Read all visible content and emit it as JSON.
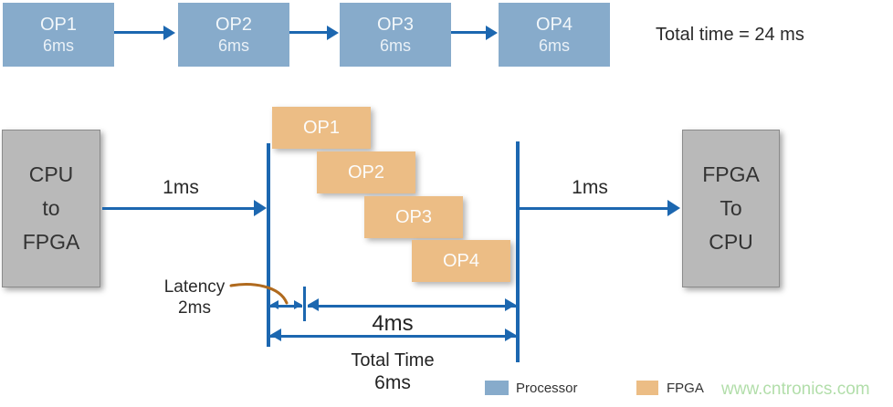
{
  "sequential": {
    "boxes": [
      {
        "label": "OP1",
        "time": "6ms"
      },
      {
        "label": "OP2",
        "time": "6ms"
      },
      {
        "label": "OP3",
        "time": "6ms"
      },
      {
        "label": "OP4",
        "time": "6ms"
      }
    ],
    "total_label": "Total time = 24 ms"
  },
  "pipeline": {
    "cpu_to_fpga": {
      "lines": [
        "CPU",
        "to",
        "FPGA"
      ]
    },
    "fpga_to_cpu": {
      "lines": [
        "FPGA",
        "To",
        "CPU"
      ]
    },
    "transfer_in": "1ms",
    "transfer_out": "1ms",
    "ops": [
      "OP1",
      "OP2",
      "OP3",
      "OP4"
    ],
    "latency": {
      "label": "Latency",
      "value": "2ms"
    },
    "compute_time": "4ms",
    "total": {
      "label": "Total Time",
      "value": "6ms"
    }
  },
  "legend": [
    {
      "label": "Processor",
      "color": "#87ABCB"
    },
    {
      "label": "FPGA",
      "color": "#ECBD85"
    }
  ],
  "watermark": "www.cntronics.com",
  "colors": {
    "processor_box": "#87ABCB",
    "fpga_box": "#ECBD85",
    "arrow_blue": "#1C67B0",
    "endpoint_gray": "#B9B9B9",
    "annotation_brown": "#B06A1E",
    "watermark_green": "#B2DEAA"
  }
}
